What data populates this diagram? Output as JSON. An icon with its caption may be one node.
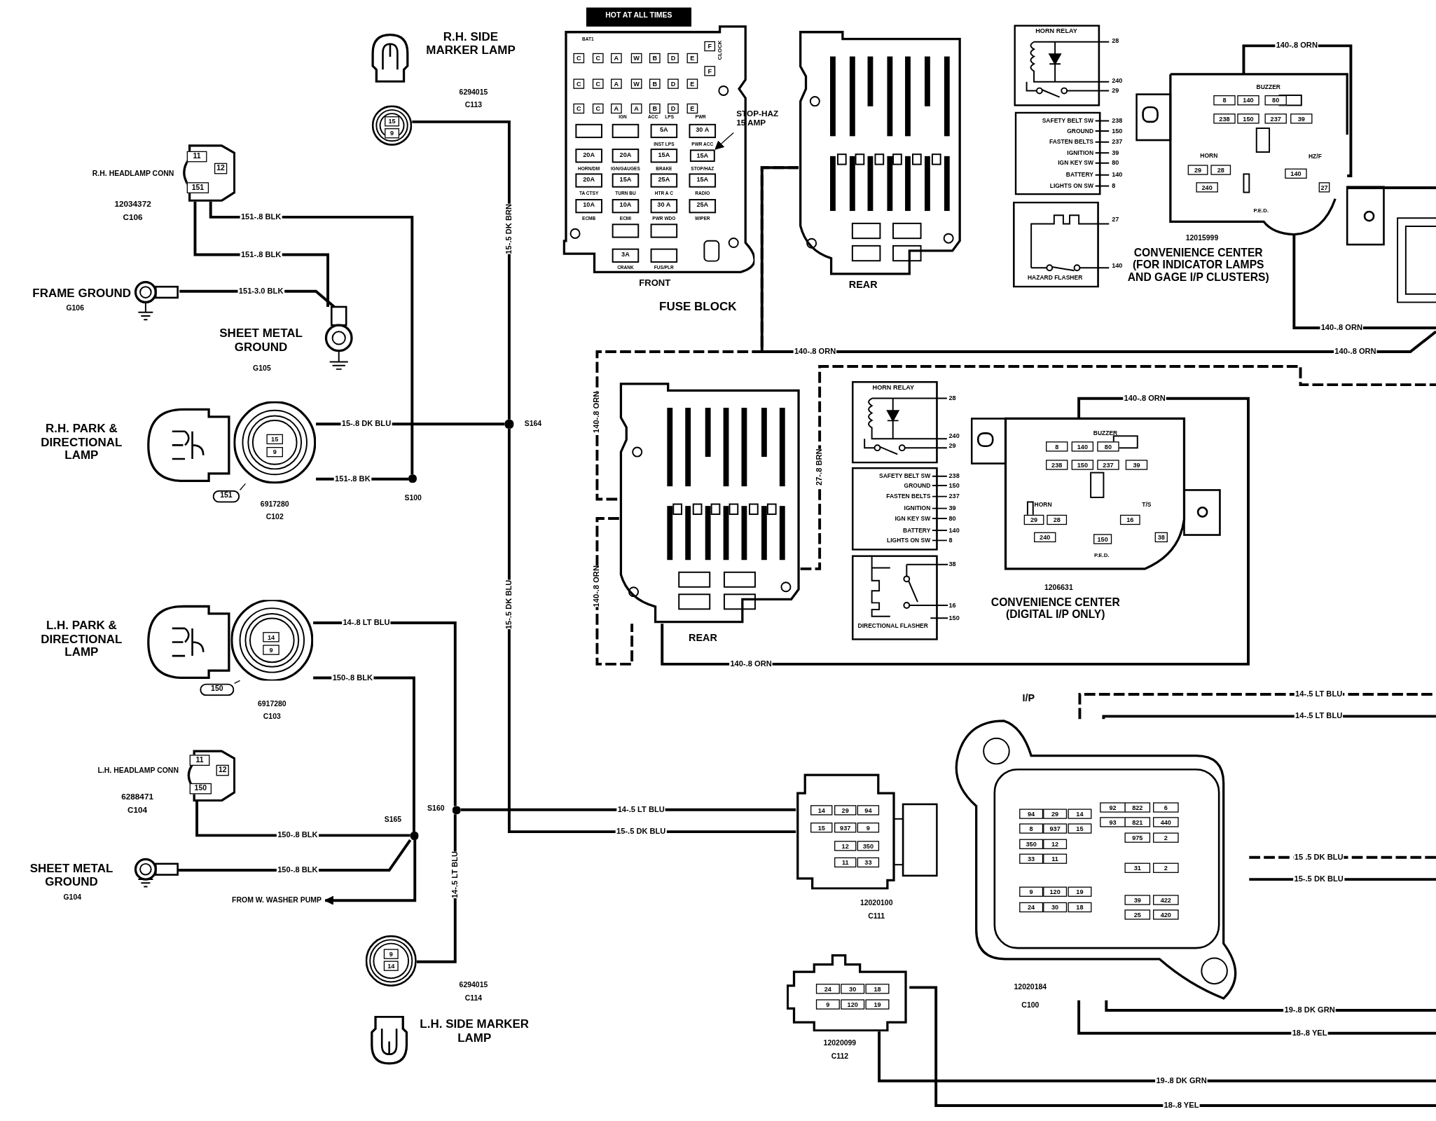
{
  "diagram": {
    "nodes": [
      {
        "text": [
          "R.H. SIDE MARKER LAMP"
        ]
      },
      {
        "text": [
          "15",
          "9"
        ],
        "beside": [
          "6294015",
          "C113"
        ]
      },
      {
        "text": [
          "R.H. HEADLAMP CONN",
          "11",
          "12",
          "151"
        ],
        "beside": [
          "12034372",
          "C106"
        ]
      },
      {
        "text": [
          "FRAME GROUND",
          "G106"
        ]
      },
      {
        "text": [
          "SHEET METAL GROUND",
          "G105"
        ]
      },
      {
        "text": [
          "R.H. PARK & DIRECTIONAL LAMP"
        ]
      },
      {
        "text": [
          "15",
          "9"
        ],
        "beside": [
          "6917280",
          "C102"
        ]
      },
      {
        "text": [
          "151"
        ]
      },
      {
        "text": [],
        "shape": "circle",
        "beside": [
          "S100"
        ]
      },
      {
        "text": [],
        "shape": "circle",
        "beside": [
          "S164"
        ]
      },
      {
        "text": [
          "L.H. PARK & DIRECTIONAL LAMP"
        ]
      },
      {
        "text": [
          "14",
          "9"
        ],
        "beside": [
          "6917280",
          "C103"
        ]
      },
      {
        "text": [
          "150"
        ]
      },
      {
        "text": [
          "L.H. HEADLAMP CONN",
          "11",
          "12",
          "150"
        ],
        "beside": [
          "6288471",
          "C104"
        ]
      },
      {
        "text": [],
        "shape": "circle",
        "beside": [
          "S165"
        ]
      },
      {
        "text": [],
        "shape": "circle",
        "beside": [
          "S160"
        ]
      },
      {
        "text": [
          "SHEET METAL GROUND"
        ],
        "beside": [
          "G104"
        ]
      },
      {
        "text": [
          "FROM W. WASHER PUMP"
        ]
      },
      {
        "text": [
          "9",
          "14"
        ],
        "beside": [
          "6294015",
          "C114"
        ]
      },
      {
        "text": [
          "L.H. SIDE MARKER LAMP"
        ]
      },
      {
        "text": [
          "HOT AT ALL TIMES"
        ]
      },
      {
        "text": [
          "FRONT",
          "BAT1",
          "C",
          "C",
          "A",
          "W",
          "B",
          "D",
          "E",
          "C",
          "C",
          "A",
          "W",
          "B",
          "D",
          "E",
          "C",
          "C",
          "A",
          "A",
          "B",
          "D",
          "E",
          "F",
          "F",
          "CLOCK",
          "IGN",
          "ACC",
          "LPS",
          "PWR",
          "5A",
          "30 A",
          "INST LPS",
          "PWR ACC",
          "20A",
          "20A",
          "15A",
          "HORN/DM",
          "IGN/GAUGES",
          "BRAKE",
          "STOP/HAZ",
          "20A",
          "15A",
          "25A",
          "15A",
          "TA CTSY",
          "TURN BU",
          "HTR A C",
          "RADIO",
          "10A",
          "10A",
          "30 A",
          "25A",
          "ECMB",
          "ECMI",
          "PWR WDO",
          "WIPER",
          "3A",
          "CRANK",
          "FUS/PLR"
        ]
      },
      {
        "text": [
          "15A"
        ],
        "in": 21
      },
      {
        "text": [
          "STOP-HAZ 15 AMP"
        ]
      },
      {
        "text": [
          "REAR"
        ]
      },
      {
        "text": [
          "HORN RELAY",
          "28",
          "240",
          "29"
        ]
      },
      {
        "text": [
          "SAFETY BELT SW",
          "238",
          "GROUND",
          "150",
          "FASTEN BELTS",
          "237",
          "IGNITION",
          "39",
          "IGN KEY SW",
          "80",
          "BATTERY",
          "140",
          "LIGHTS ON SW",
          "8"
        ]
      },
      {
        "text": [
          "HAZARD FLASHER",
          "27",
          "140"
        ]
      },
      {
        "text": [
          "BUZZER",
          "8",
          "140",
          "80",
          "238",
          "150",
          "237",
          "39",
          "HORN",
          "29",
          "28",
          "240",
          "HZ/F",
          "140",
          "27",
          "P.E.D.",
          "12015999"
        ],
        "beside": [
          "CONVENIENCE CENTER (FOR INDICATOR LAMPS AND GAGE I/P CLUSTERS)"
        ]
      },
      {
        "text": [
          "REAR"
        ]
      },
      {
        "text": [
          "HORN RELAY",
          "28",
          "240",
          "29"
        ]
      },
      {
        "text": [
          "SAFETY BELT SW",
          "238",
          "GROUND",
          "150",
          "FASTEN BELTS",
          "237",
          "IGNITION",
          "39",
          "IGN KEY SW",
          "80",
          "BATTERY",
          "140",
          "LIGHTS ON SW",
          "8"
        ]
      },
      {
        "text": [
          "DIRECTIONAL FLASHER",
          "38",
          "16",
          "150"
        ]
      },
      {
        "text": [
          "BUZZER",
          "8",
          "140",
          "80",
          "238",
          "150",
          "237",
          "39",
          "HORN",
          "29",
          "28",
          "240",
          "T/S",
          "16",
          "150",
          "38",
          "P.E.D."
        ],
        "beside": [
          "1206631",
          "CONVENIENCE CENTER (DIGITAL I/P ONLY)"
        ]
      },
      {
        "text": [
          "14",
          "29",
          "94",
          "15",
          "937",
          "9",
          "12",
          "350",
          "11",
          "33"
        ],
        "beside": [
          "12020100",
          "C111"
        ]
      },
      {
        "text": [
          "I/P",
          "94",
          "29",
          "14",
          "8",
          "937",
          "15",
          "350",
          "12",
          "33",
          "11",
          "92",
          "822",
          "6",
          "93",
          "821",
          "440",
          "975",
          "2",
          "31",
          "2",
          "39",
          "422",
          "25",
          "420",
          "9",
          "120",
          "19",
          "24",
          "30",
          "18"
        ],
        "beside": [
          "12020184",
          "C100"
        ]
      },
      {
        "text": [
          "24",
          "30",
          "18",
          "9",
          "120",
          "19"
        ],
        "beside": [
          "12020099",
          "C112"
        ]
      }
    ],
    "edges": [
      {
        "from": 1,
        "to": 9,
        "arrow": "none",
        "label": "15-.5 DK BRN"
      },
      {
        "from": 9,
        "to": 34,
        "arrow": "none",
        "label": "15-.5 DK BLU"
      },
      {
        "from": 6,
        "to": 9,
        "arrow": "none",
        "label": "15-.8 DK BLU"
      },
      {
        "from": 2,
        "to": 8,
        "arrow": "none",
        "label": "151-.8 BLK"
      },
      {
        "from": 2,
        "to": 4,
        "arrow": "none",
        "label": "151-.8 BLK"
      },
      {
        "from": 3,
        "to": 4,
        "arrow": "none",
        "label": "151-3.0 BLK"
      },
      {
        "from": 6,
        "to": 8,
        "arrow": "none",
        "label": "151-.8 BK"
      },
      {
        "from": 7,
        "to": 6,
        "arrow": "none"
      },
      {
        "from": 11,
        "to": 15,
        "arrow": "none",
        "label": "14-.8 LT BLU"
      },
      {
        "from": 11,
        "to": 14,
        "arrow": "none",
        "label": "150-.8 BLK"
      },
      {
        "from": 12,
        "to": 11,
        "arrow": "none"
      },
      {
        "from": 13,
        "to": 14,
        "arrow": "none",
        "label": "150-.8 BLK"
      },
      {
        "from": 16,
        "to": 14,
        "arrow": "none",
        "label": "150-.8 BLK"
      },
      {
        "from": 14,
        "to": 17,
        "arrow": "to"
      },
      {
        "from": 18,
        "to": 15,
        "arrow": "none",
        "label": "14-.5 LT BLU"
      },
      {
        "from": 15,
        "to": 34,
        "arrow": "none",
        "label": "14-.5 LT BLU"
      },
      {
        "from": 23,
        "to": 22,
        "arrow": "to"
      },
      {
        "from": 24,
        "to": null,
        "arrow": "none",
        "label": "140-.8 ORN"
      },
      {
        "from": 28,
        "to": null,
        "arrow": "none",
        "label": "140-.8 ORN"
      },
      {
        "from": 28,
        "to": 28,
        "arrow": "none",
        "label": "140-.8 ORN"
      },
      {
        "from": 28,
        "to": null,
        "arrow": "none"
      },
      {
        "from": 24,
        "to": 29,
        "arrow": "none",
        "label": "140-.8 ORN",
        "style": "dashed"
      },
      {
        "from": 29,
        "to": 29,
        "arrow": "none",
        "label": "140-.8 ORN",
        "style": "dashed"
      },
      {
        "from": 29,
        "to": 33,
        "arrow": "none",
        "label": "140-.8 ORN"
      },
      {
        "from": 29,
        "to": null,
        "arrow": "none",
        "label": "27-.8 BRN",
        "style": "dashed"
      },
      {
        "from": 35,
        "to": null,
        "arrow": "none",
        "label": "14-.5 LT BLU",
        "style": "dashed"
      },
      {
        "from": 35,
        "to": null,
        "arrow": "none",
        "label": "14-.5 LT BLU"
      },
      {
        "from": 35,
        "to": null,
        "arrow": "none",
        "label": "15 .5 DK BLU",
        "style": "dashed"
      },
      {
        "from": 35,
        "to": null,
        "arrow": "none",
        "label": "15-.5 DK BLU"
      },
      {
        "from": 35,
        "to": null,
        "arrow": "none",
        "label": "19-.8 DK GRN"
      },
      {
        "from": 35,
        "to": null,
        "arrow": "none",
        "label": "18-.8 YEL"
      },
      {
        "from": 36,
        "to": null,
        "arrow": "none",
        "label": "19-.8 DK GRN"
      },
      {
        "from": 36,
        "to": null,
        "arrow": "none",
        "label": "18-.8 YEL"
      }
    ],
    "labels": [
      "FUSE BLOCK",
      "15-.5 DK BLU",
      "140-.8 ORN",
      "140-.8 ORN"
    ]
  }
}
